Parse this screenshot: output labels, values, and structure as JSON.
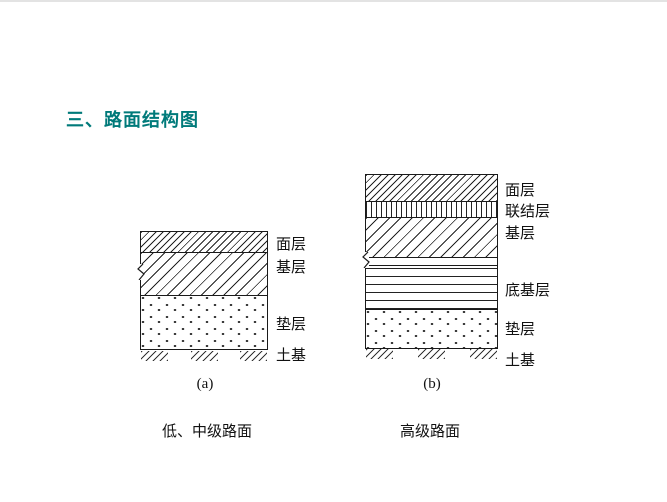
{
  "page": {
    "title": "三、路面结构图",
    "title_color": "#007a7a"
  },
  "diagrams": {
    "a": {
      "letter": "(a)",
      "caption": "低、中级路面",
      "layers": [
        {
          "label": "面层",
          "pattern": "diagonal-hatch-fine"
        },
        {
          "label": "基层",
          "pattern": "diagonal-hatch"
        },
        {
          "label": "垫层",
          "pattern": "stipple-dots"
        }
      ],
      "ground": "土基"
    },
    "b": {
      "letter": "(b)",
      "caption": "高级路面",
      "layers": [
        {
          "label": "面层",
          "pattern": "diagonal-hatch-fine"
        },
        {
          "label": "联结层",
          "pattern": "vertical-lines"
        },
        {
          "label": "基层",
          "pattern": "diagonal-hatch"
        },
        {
          "label": "底基层",
          "pattern": "horizontal-lines"
        },
        {
          "label": "垫层",
          "pattern": "stipple-dots"
        }
      ],
      "ground": "土基"
    }
  }
}
